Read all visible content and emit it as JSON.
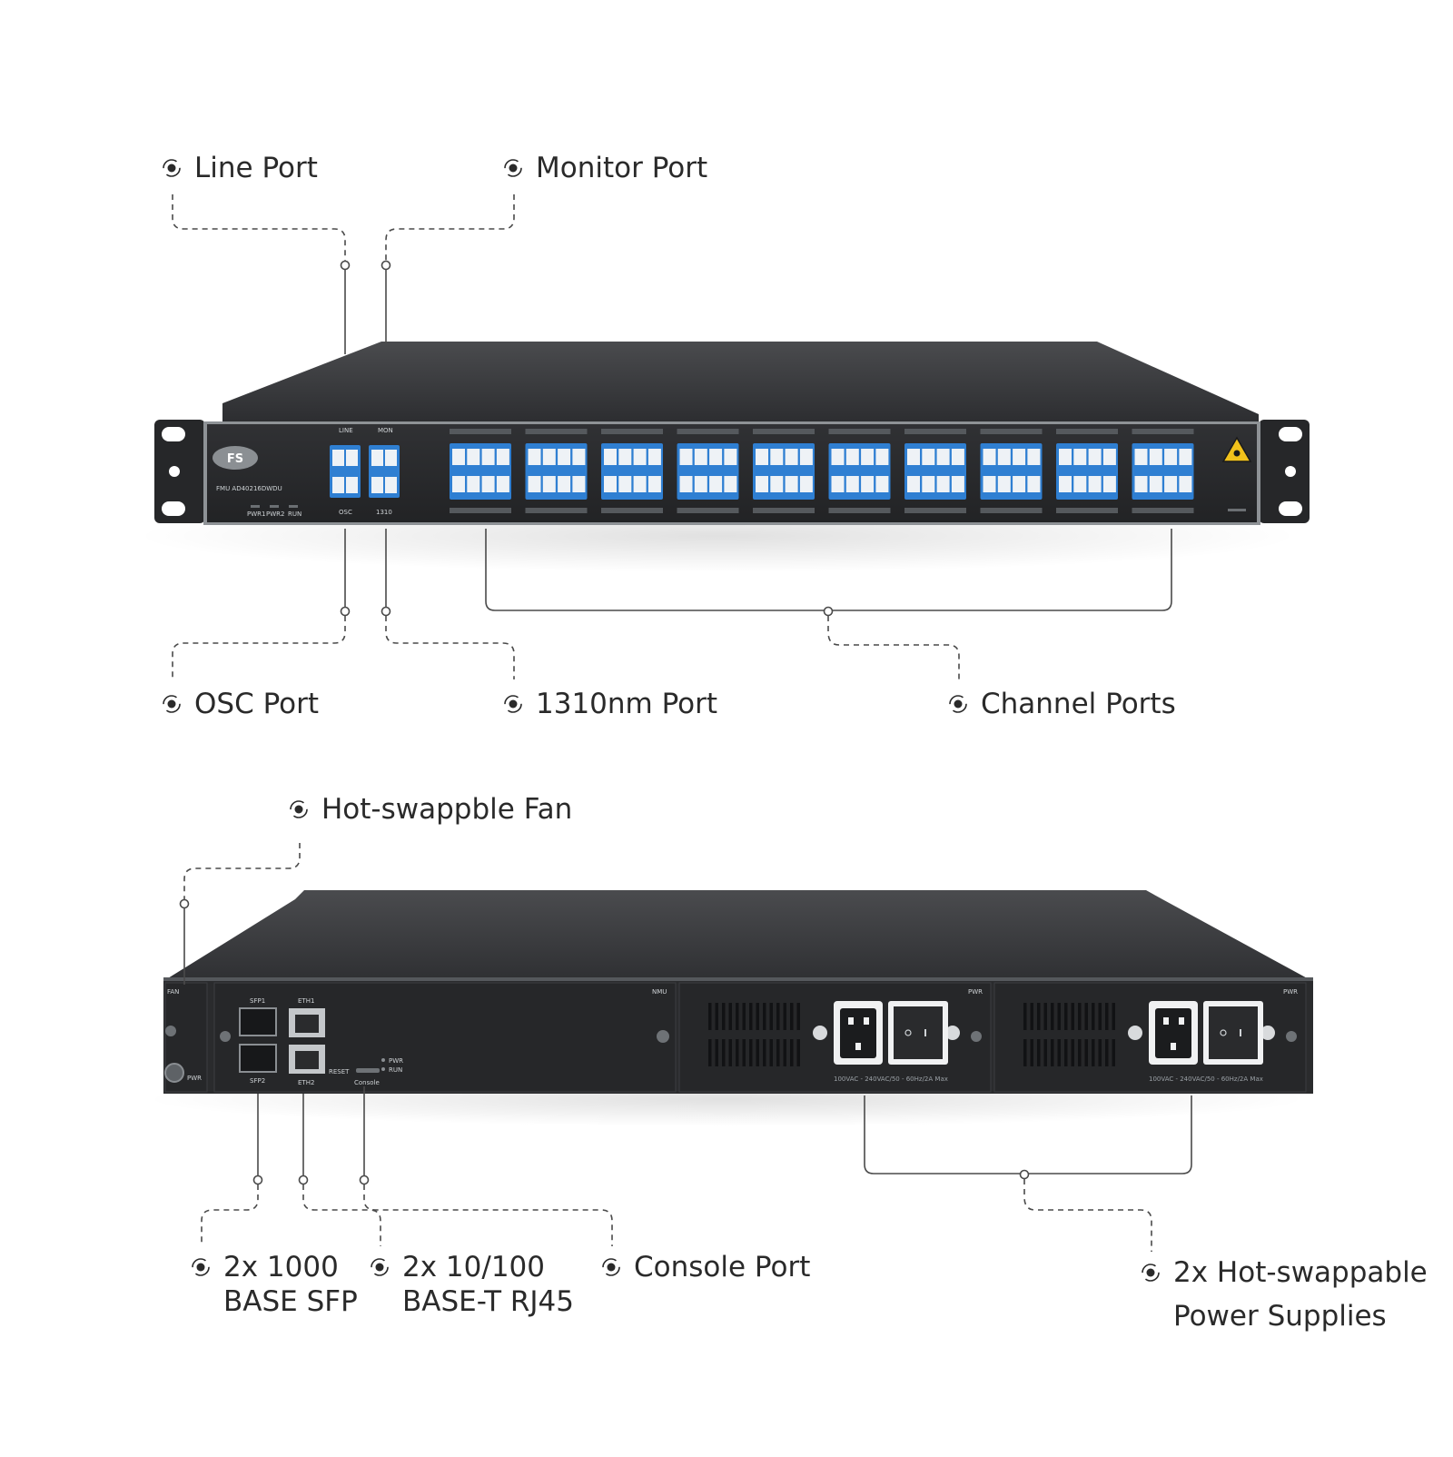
{
  "colors": {
    "chassis": "#2a2b2d",
    "chassis_top": "#3a3b3e",
    "port_blue": "#2f7fd2",
    "leader_line": "#4a4a4a",
    "label_text": "#2a2a2a",
    "warning_yellow": "#f2c21b"
  },
  "front_panel": {
    "logo_text": "FS",
    "model_text": "FMU AD40216DWDU",
    "led_labels": [
      "PWR1",
      "PWR2",
      "RUN"
    ],
    "port_top_labels": [
      "LINE",
      "MON"
    ],
    "port_bottom_labels": [
      "OSC",
      "1310"
    ],
    "channel_groups": 10,
    "warning_icon": "laser-warning-icon"
  },
  "rear_panel": {
    "fan_label": "FAN",
    "pwr_label": "PWR",
    "sfp_labels": [
      "SFP1",
      "SFP2"
    ],
    "eth_labels": [
      "ETH1",
      "ETH2"
    ],
    "reset_label": "RESET",
    "console_label": "Console",
    "status_labels": [
      "PWR",
      "RUN"
    ],
    "nmu_label": "NMU",
    "psu_label": "PWR",
    "psu_rating": "100VAC - 240VAC/50 - 60Hz/2A Max",
    "psu_count": 2
  },
  "callouts": {
    "line_port": "Line Port",
    "monitor_port": "Monitor Port",
    "osc_port": "OSC Port",
    "port_1310": "1310nm Port",
    "channel_ports": "Channel Ports",
    "hot_fan": "Hot-swappble Fan",
    "sfp": {
      "line1": "2x 1000",
      "line2": "BASE SFP"
    },
    "rj45": {
      "line1": "2x 10/100",
      "line2": "BASE-T RJ45"
    },
    "console": "Console Port",
    "psu": {
      "line1": "2x Hot-swappable",
      "line2": "Power Supplies"
    }
  }
}
